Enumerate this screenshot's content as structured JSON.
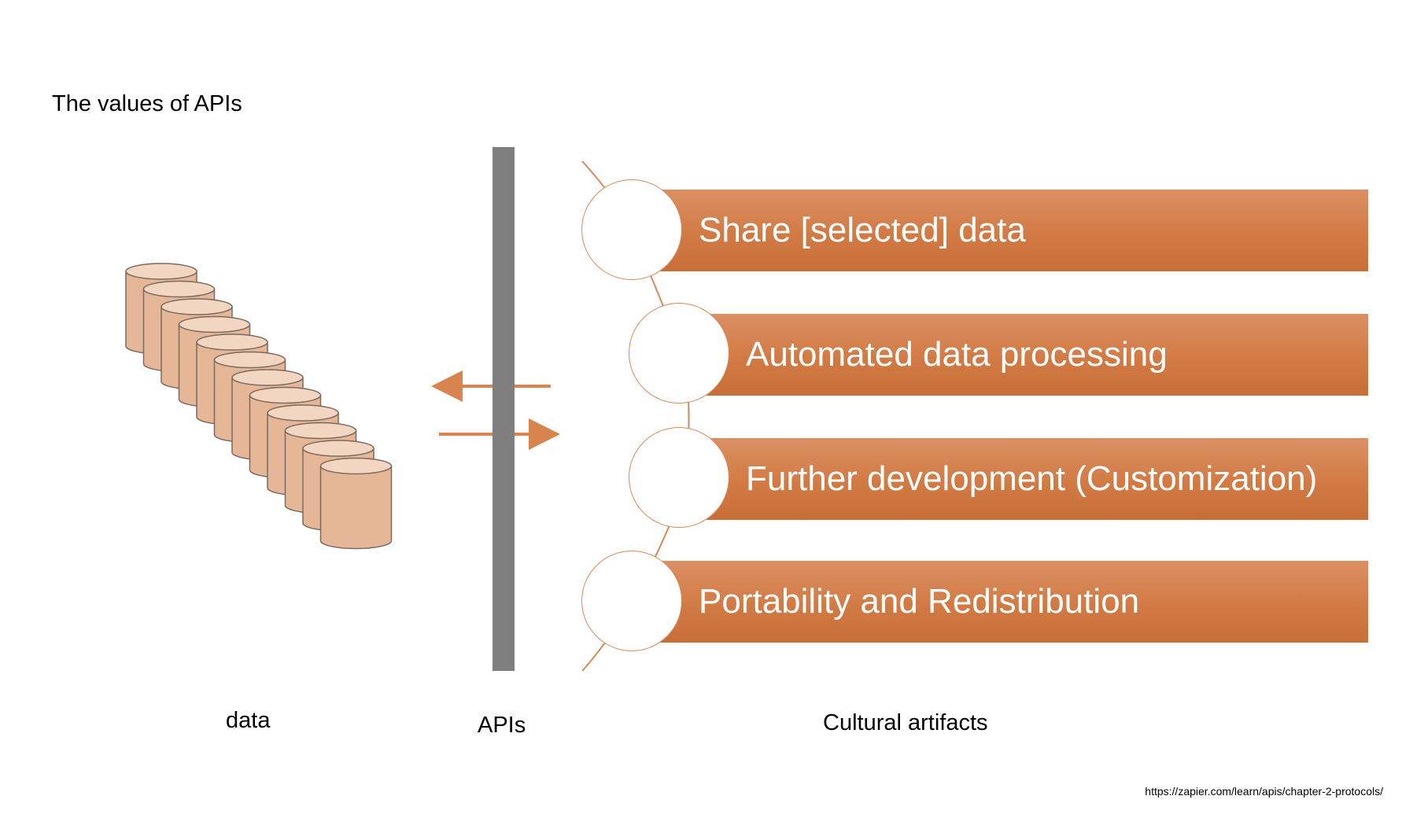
{
  "title": "The values of APIs",
  "captions": {
    "data": "data",
    "apis": "APIs",
    "cultural": "Cultural artifacts"
  },
  "values": [
    {
      "label": "Share [selected] data"
    },
    {
      "label": "Automated data processing"
    },
    {
      "label": "Further development (Customization)"
    },
    {
      "label": "Portability and Redistribution"
    }
  ],
  "source_url": "https://zapier.com/learn/apis/chapter-2-protocols/",
  "colors": {
    "accent": "#d27a44",
    "cylinder_fill": "#e5b797",
    "cylinder_top": "#f3d6c1",
    "wall": "#7f7f7f",
    "arrow": "#d7844e"
  },
  "database_cylinder_count": 12
}
